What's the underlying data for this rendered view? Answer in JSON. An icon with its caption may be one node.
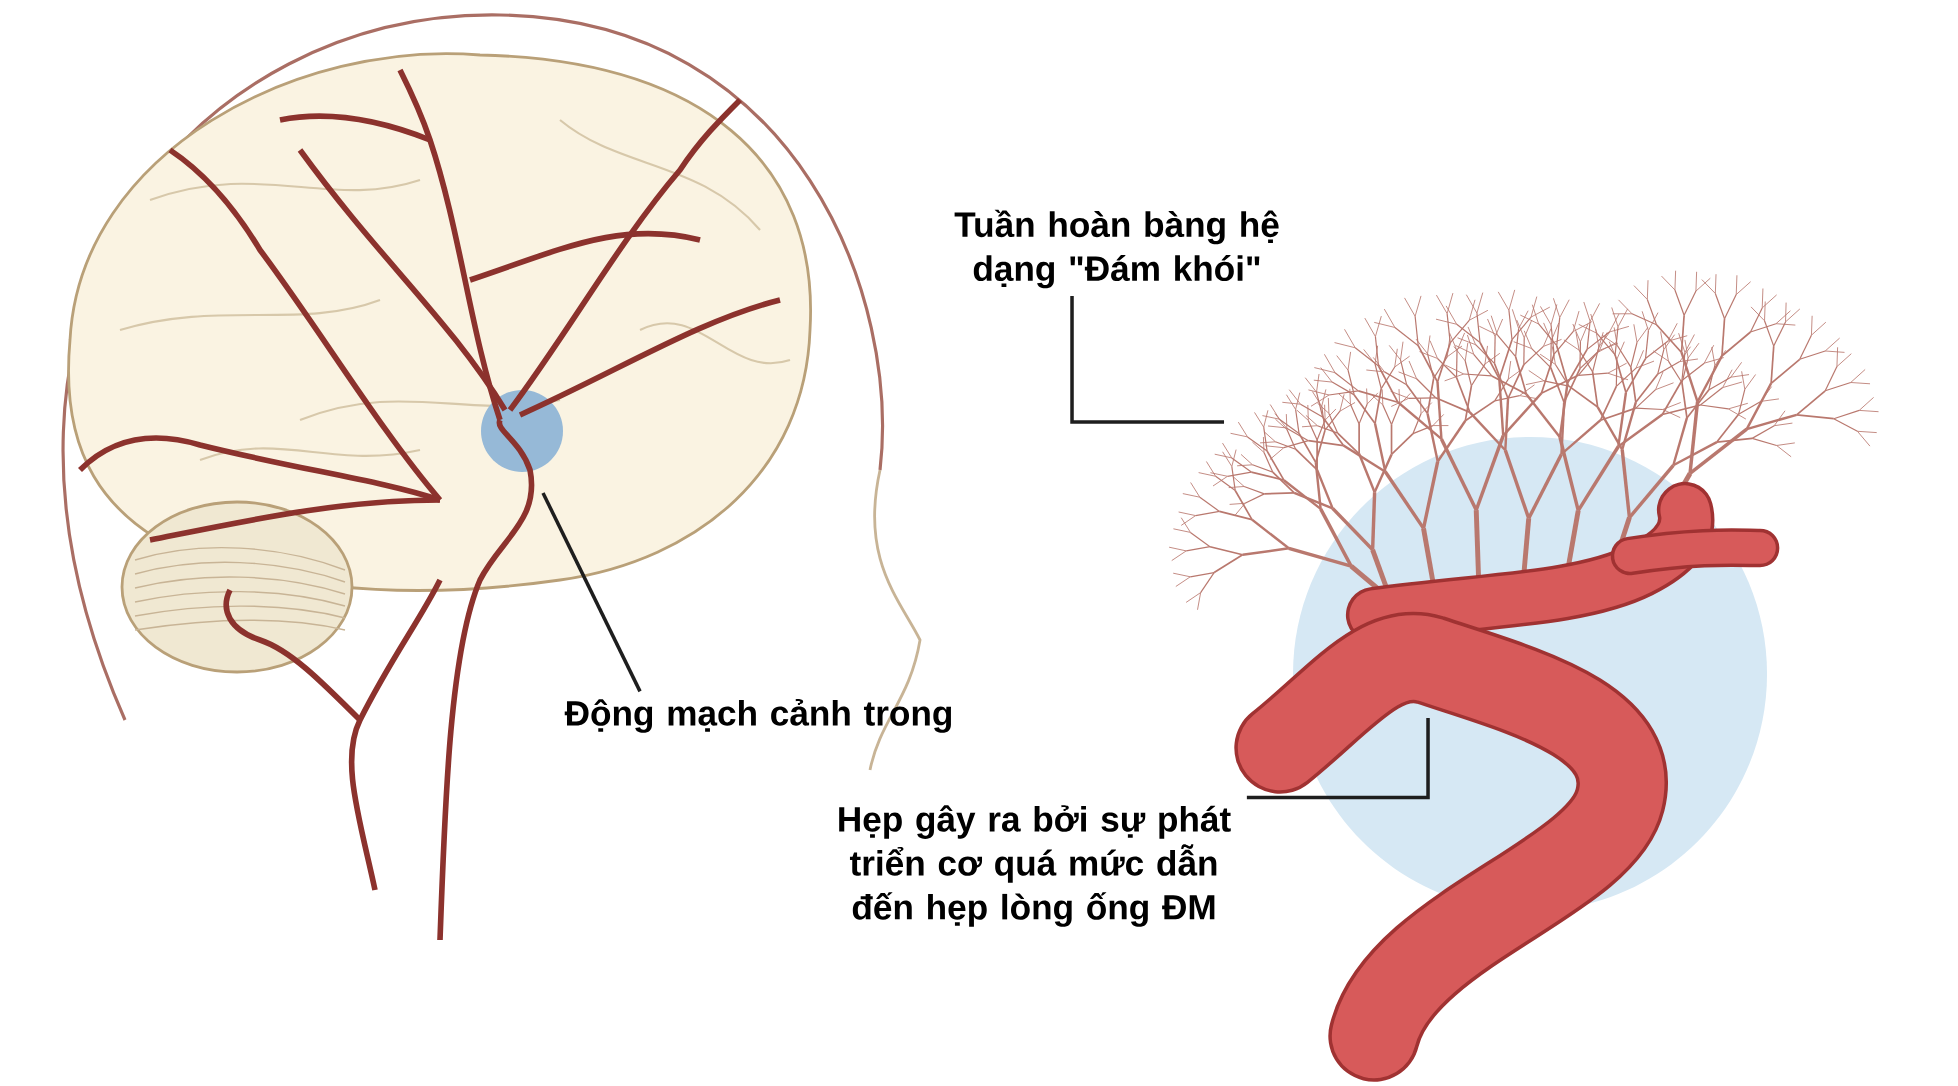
{
  "diagram": {
    "nodes": [
      {
        "text": [
          "Tuần hoàn bàng hệ dạng \"Đám khói\""
        ]
      },
      {
        "text": [
          "Động mạch cảnh trong"
        ]
      },
      {
        "text": [
          "Hẹp gây ra bởi sự phát triển cơ quá mức dẫn đến hẹp lòng ống ĐM"
        ]
      }
    ],
    "edges": [
      {
        "from": 0,
        "to": null,
        "arrow": "none"
      },
      {
        "from": 1,
        "to": null,
        "arrow": "none"
      },
      {
        "from": 2,
        "to": null,
        "arrow": "none"
      }
    ]
  }
}
